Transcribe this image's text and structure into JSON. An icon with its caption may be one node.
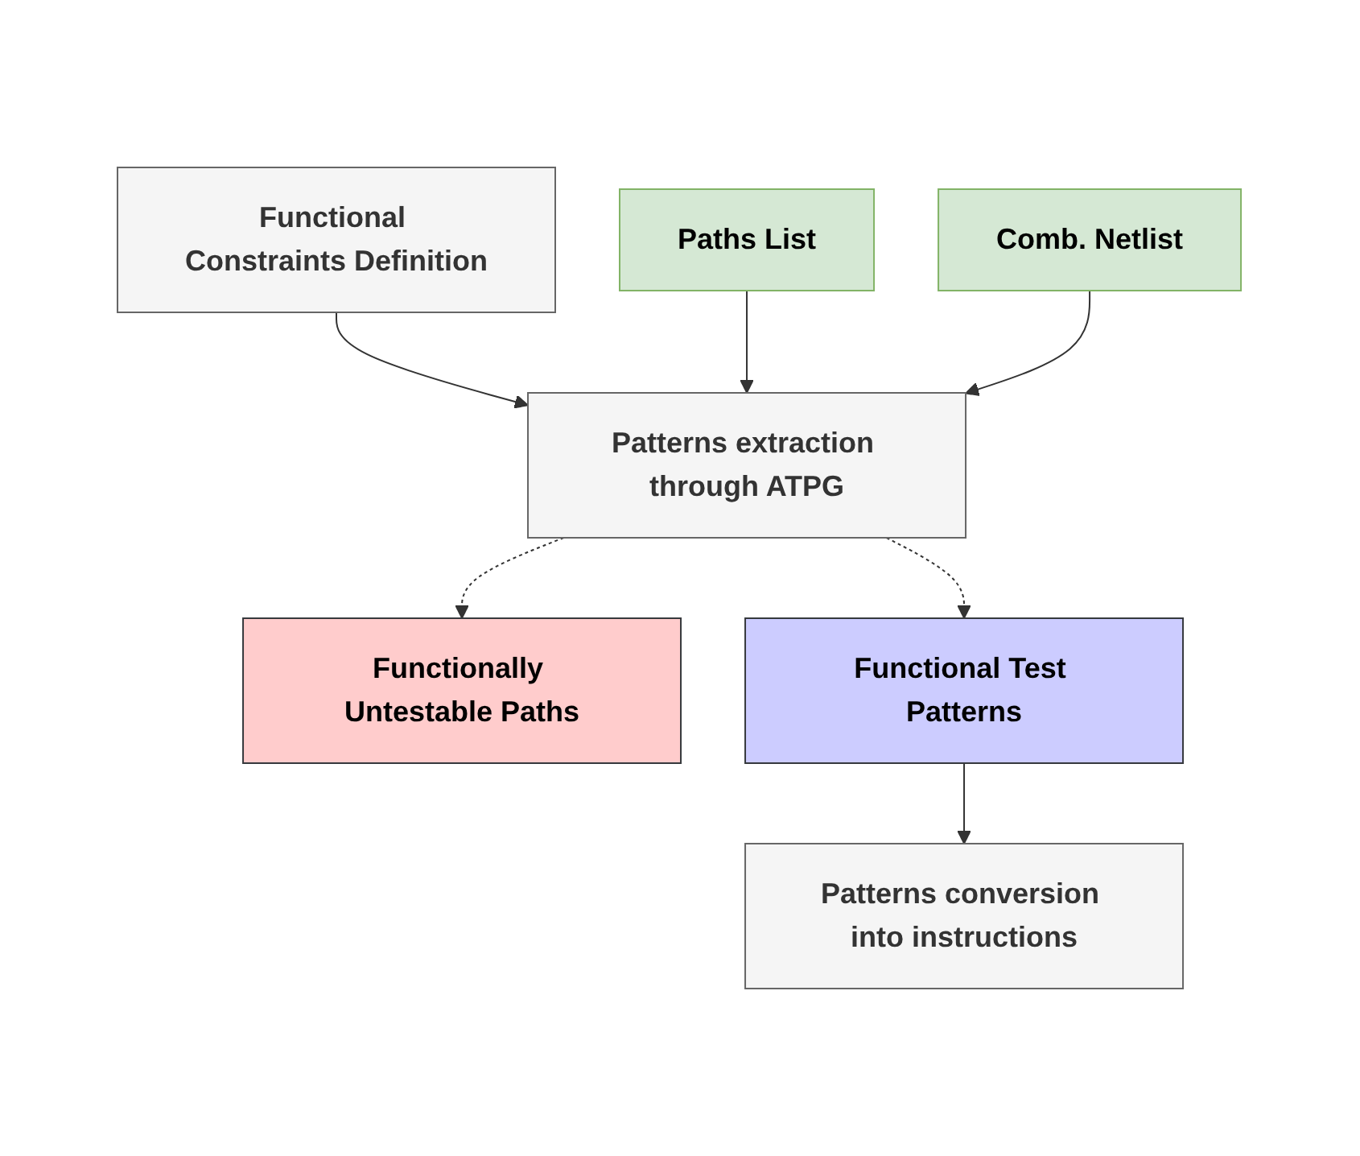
{
  "diagram": {
    "nodes": [
      {
        "text": [
          "Functional Constraints Definition"
        ]
      },
      {
        "text": [
          "Paths List"
        ]
      },
      {
        "text": [
          "Comb. Netlist"
        ]
      },
      {
        "text": [
          "Patterns extraction through ATPG"
        ]
      },
      {
        "text": [
          "Functionally Untestable Paths"
        ]
      },
      {
        "text": [
          "Functional Test Patterns"
        ]
      },
      {
        "text": [
          "Patterns conversion into instructions"
        ]
      }
    ],
    "edges": [
      {
        "from": 0,
        "to": 3,
        "arrow": "to"
      },
      {
        "from": 1,
        "to": 3,
        "arrow": "to"
      },
      {
        "from": 2,
        "to": 3,
        "arrow": "to"
      },
      {
        "from": 3,
        "to": 4,
        "arrow": "to",
        "style": "dashed"
      },
      {
        "from": 3,
        "to": 5,
        "arrow": "to",
        "style": "dashed"
      },
      {
        "from": 5,
        "to": 6,
        "arrow": "to"
      }
    ]
  }
}
